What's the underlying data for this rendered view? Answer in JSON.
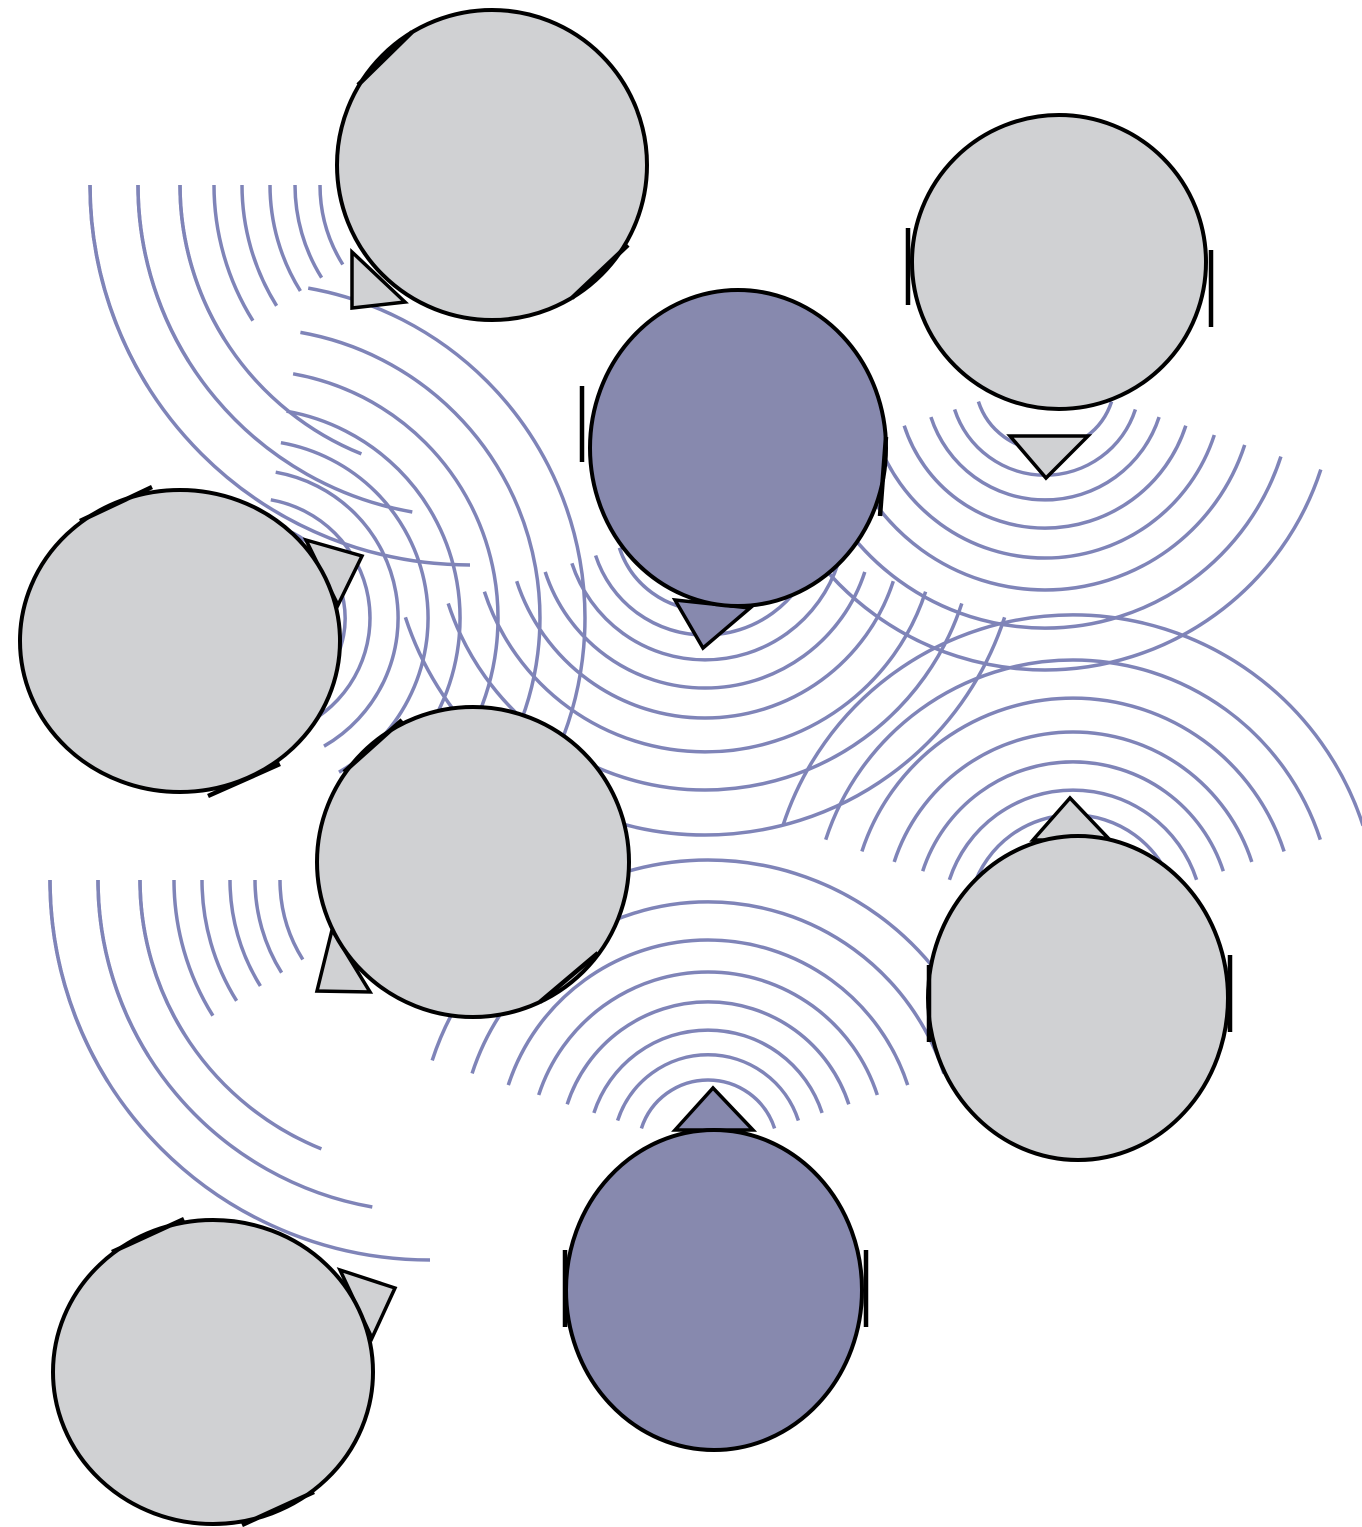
{
  "colors": {
    "background": "#ffffff",
    "head_default": "#d0d1d3",
    "head_highlight": "#8789ae",
    "wave": "#7f84b8",
    "outline": "#000000"
  },
  "heads": [
    {
      "id": "head-top-center",
      "style": "default",
      "facing": "down-left",
      "emits_waves": true
    },
    {
      "id": "head-top-right",
      "style": "default",
      "facing": "down",
      "emits_waves": true
    },
    {
      "id": "head-center",
      "style": "highlight",
      "facing": "down",
      "emits_waves": true
    },
    {
      "id": "head-left-upper",
      "style": "default",
      "facing": "up-right",
      "emits_waves": true
    },
    {
      "id": "head-middle",
      "style": "default",
      "facing": "down-left",
      "emits_waves": true
    },
    {
      "id": "head-right-lower",
      "style": "default",
      "facing": "up",
      "emits_waves": true
    },
    {
      "id": "head-bottom-center",
      "style": "highlight",
      "facing": "up",
      "emits_waves": true
    },
    {
      "id": "head-bottom-left",
      "style": "default",
      "facing": "up-right",
      "emits_waves": false
    }
  ]
}
